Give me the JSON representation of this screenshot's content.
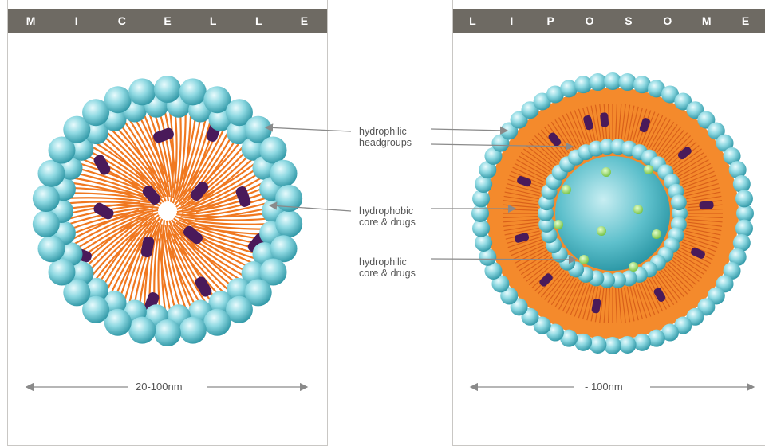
{
  "micelle": {
    "title": "MICELLE",
    "size_label": "20-100nm"
  },
  "liposome": {
    "title": "LIPOSOME",
    "size_label": "- 100nm"
  },
  "labels": {
    "headgroups": [
      "hydrophilic",
      "headgroups"
    ],
    "hydrophobic": [
      "hydrophobic",
      "core & drugs"
    ],
    "hydrophilic_core": [
      "hydrophilic",
      "core & drugs"
    ]
  },
  "colors": {
    "header": "#6e6a63",
    "headgroup": "#5fc3cf",
    "tail": "#f07820",
    "drug": "#4a1a5a",
    "core": "#3fa9b8",
    "hydrophilic_drug": "#8fd25a",
    "arrow": "#8a8a8a"
  }
}
